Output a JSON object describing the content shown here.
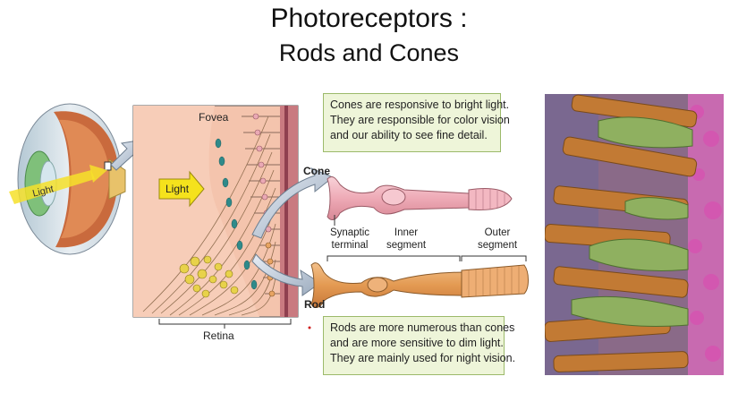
{
  "title": {
    "line1": "Photoreceptors :",
    "line2": "Rods and Cones"
  },
  "eye": {
    "light_label": "Light"
  },
  "retina": {
    "fovea_label": "Fovea",
    "light_label": "Light",
    "retina_label": "Retina"
  },
  "cells": {
    "cone_label": "Cone",
    "rod_label": "Rod",
    "synaptic_line1": "Synaptic",
    "synaptic_line2": "terminal",
    "inner_line1": "Inner",
    "inner_line2": "segment",
    "outer_line1": "Outer",
    "outer_line2": "segment"
  },
  "notes": {
    "cones": [
      "Cones are responsive to bright light.",
      "They are responsible for color vision",
      "and our ability to see fine detail."
    ],
    "rods": [
      "Rods are more numerous than cones",
      "and are more sensitive to dim light.",
      "They are mainly used for night vision."
    ]
  },
  "colors": {
    "note_bg": "#eef5d9",
    "cone": "#f0b6c0",
    "rod": "#e8a462",
    "retina_bg": "#f4c4ad"
  }
}
